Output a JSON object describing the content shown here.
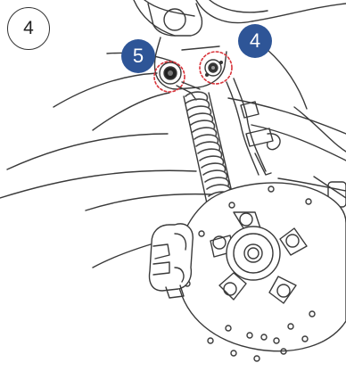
{
  "step": {
    "number": "4"
  },
  "callouts": [
    {
      "id": "callout-4",
      "label": "4",
      "color": "#2e5597"
    },
    {
      "id": "callout-5",
      "label": "5",
      "color": "#2e5597"
    }
  ],
  "highlight_color": "#d9343b",
  "icons": [
    "lower-shock-bolt-icon",
    "upper-shock-bolt-icon"
  ]
}
